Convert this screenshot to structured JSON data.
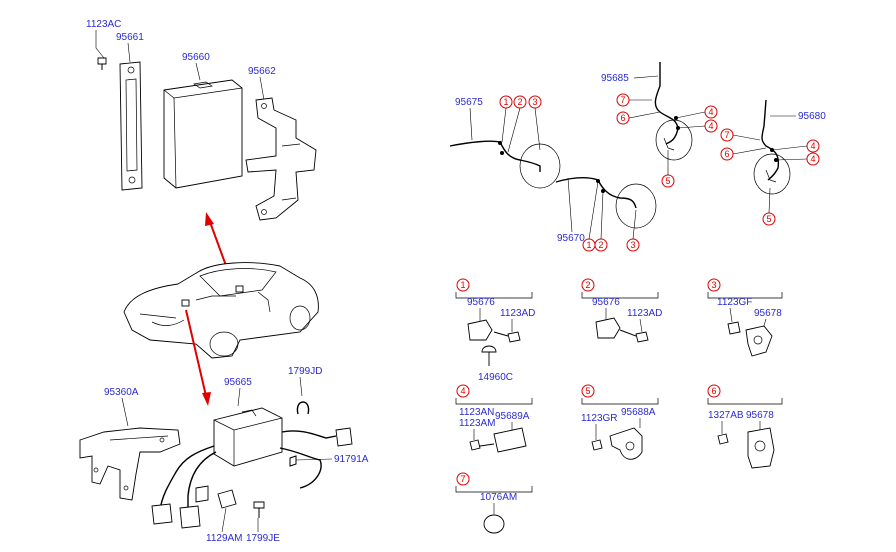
{
  "labels": {
    "p1123AC": "1123AC",
    "p95661": "95661",
    "p95660": "95660",
    "p95662": "95662",
    "p95360A": "95360A",
    "p95665": "95665",
    "p1799JD": "1799JD",
    "p91791A": "91791A",
    "p1129AM": "1129AM",
    "p1799JE": "1799JE",
    "p95675": "95675",
    "p95685": "95685",
    "p95680": "95680",
    "p95670": "95670",
    "d1_95676": "95676",
    "d1_1123AD": "1123AD",
    "d1_14960C": "14960C",
    "d2_95676": "95676",
    "d2_1123AD": "1123AD",
    "d3_1123GF": "1123GF",
    "d3_95678": "95678",
    "d4_1123AN": "1123AN",
    "d4_1123AM": "1123AM",
    "d4_95689A": "95689A",
    "d5_1123GR": "1123GR",
    "d5_95688A": "95688A",
    "d6_1327AB": "1327AB",
    "d6_95678": "95678",
    "d7_1076AM": "1076AM"
  },
  "callouts": {
    "n1": "1",
    "n2": "2",
    "n3": "3",
    "n4": "4",
    "n5": "5",
    "n6": "6",
    "n7": "7"
  },
  "colors": {
    "part_number": "#2a2ad4",
    "callout": "#e00000",
    "arrow": "#e00000",
    "line": "#000000"
  }
}
